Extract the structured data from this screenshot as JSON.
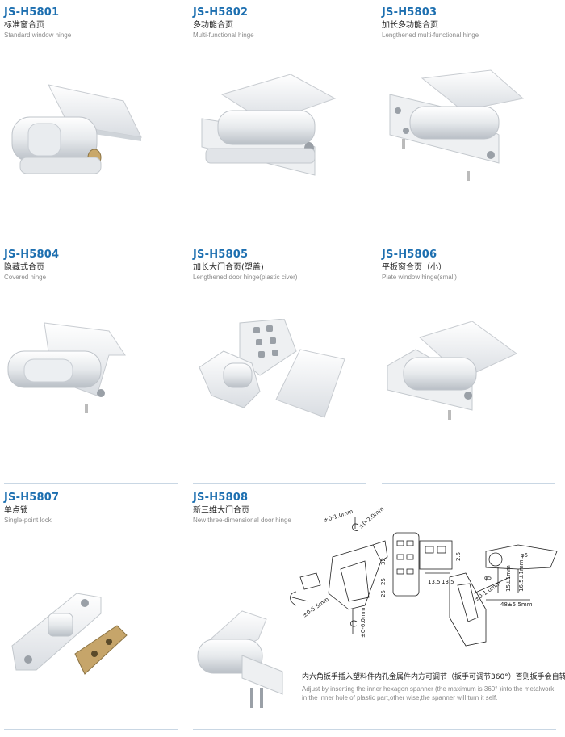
{
  "products": [
    {
      "code": "JS-H5801",
      "name_cn": "标准窗合页",
      "name_en": "Standard window hinge"
    },
    {
      "code": "JS-H5802",
      "name_cn": "多功能合页",
      "name_en": "Multi-functional hinge"
    },
    {
      "code": "JS-H5803",
      "name_cn": "加长多功能合页",
      "name_en": "Lengthened multi-functional hinge"
    },
    {
      "code": "JS-H5804",
      "name_cn": "隐藏式合页",
      "name_en": "Covered hinge"
    },
    {
      "code": "JS-H5805",
      "name_cn": "加长大门合页(塑盖)",
      "name_en": "Lengthened door hinge(plastic civer)"
    },
    {
      "code": "JS-H5806",
      "name_cn": "平板窗合页（小）",
      "name_en": "Plate window hinge(small)"
    },
    {
      "code": "JS-H5807",
      "name_cn": "单点锁",
      "name_en": "Single-point lock"
    },
    {
      "code": "JS-H5808",
      "name_cn": "新三维大门合页",
      "name_en": "New three-dimensional door hinge"
    }
  ],
  "adjustment_note": {
    "cn": "内六角扳手插入塑料件内孔金属件内方可调节（扳手可调节360°）否则扳手会自转!",
    "en_line1": "Adjust by inserting the inner hexagon spanner (the maximum is 360°  )into the metalwork",
    "en_line2": "in the inner hole of plastic part,other wise,the spanner will turn it self."
  },
  "drawing_dimensions": {
    "d1": "±0-1.0mm",
    "d2": "±0-2.0mm",
    "d3": "±0-5.5mm",
    "d4": "±0-6.0mm",
    "d5": "2.5",
    "d6": "32",
    "d7": "25",
    "d8": "25",
    "d9": "13.5",
    "d10": "13.5",
    "d11": "φ5",
    "d12": "φ5",
    "d13": "15±1mm",
    "d14": "16.5±1mm",
    "d15": "48±5.5mm",
    "d16": "±0-1.0mm"
  }
}
